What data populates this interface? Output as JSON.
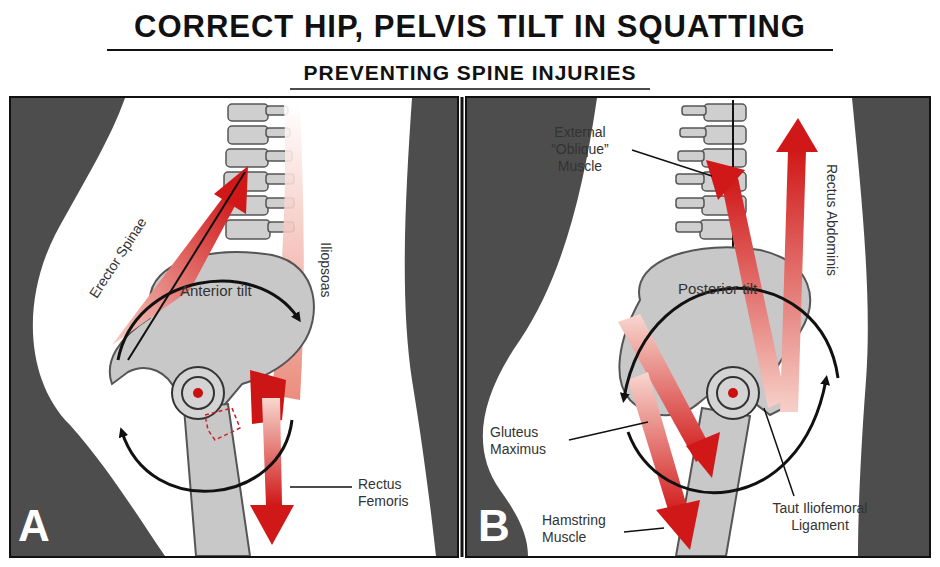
{
  "diagram": {
    "title": "CORRECT HIP, PELVIS TILT IN SQUATTING",
    "caption": "PREVENTING SPINE INJURIES",
    "labels": [
      "Erector Spinae",
      "Anterior tilt",
      "Iliopsoas",
      "Rectus Femoris",
      "A",
      "External “Oblique” Muscle",
      "Rectus Abdominis",
      "Posterior tilt",
      "Gluteus Maximus",
      "Hamstring Muscle",
      "Taut Iliofemoral Ligament",
      "B"
    ]
  }
}
